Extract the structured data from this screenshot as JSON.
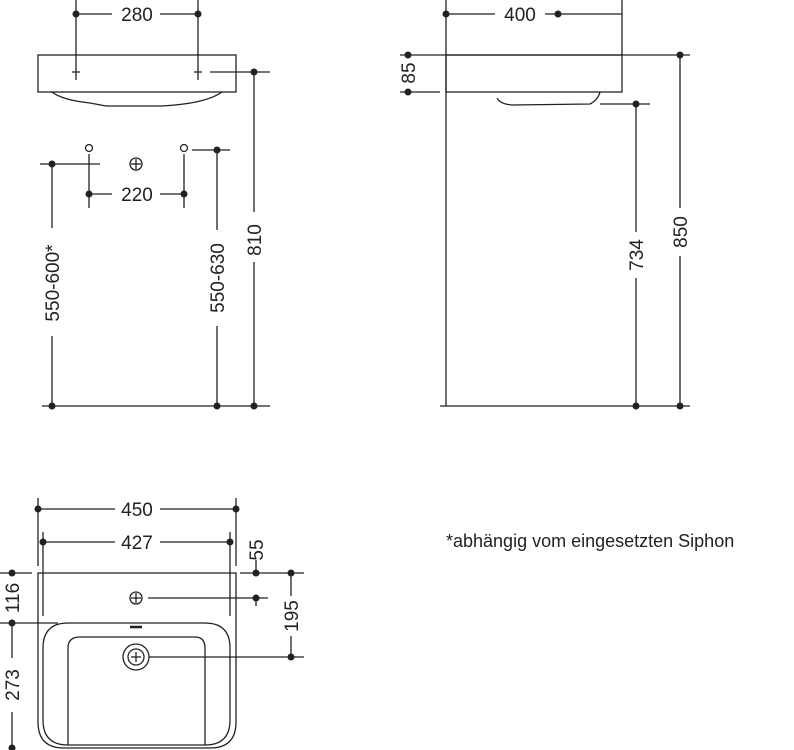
{
  "front_view": {
    "width_taps": "280",
    "drain_spacing": "220",
    "siphon_height_left": "550-600*",
    "siphon_height_right": "550-630",
    "total_height": "810"
  },
  "side_view": {
    "depth": "400",
    "rim_thickness": "85",
    "underside_height": "734",
    "total_height": "850"
  },
  "top_view": {
    "outer_width": "450",
    "inner_width": "427",
    "tap_offset": "55",
    "drain_offset": "195",
    "back_depth": "116",
    "bowl_depth": "273"
  },
  "footnote": "*abhängig vom eingesetzten Siphon"
}
